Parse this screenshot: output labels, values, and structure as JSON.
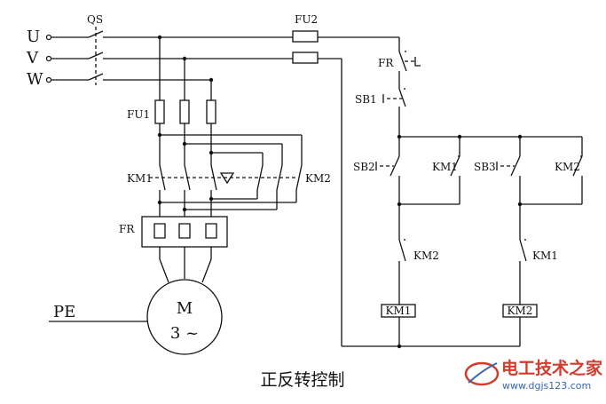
{
  "labels": {
    "phase_u": "U",
    "phase_v": "V",
    "phase_w": "W",
    "qs": "QS",
    "fu1": "FU1",
    "fu2": "FU2",
    "km1_main": "KM1",
    "km2_main": "KM2",
    "fr_main": "FR",
    "pe": "PE",
    "motor_m": "M",
    "motor_phase": "3 ~",
    "fr_ctrl": "FR",
    "sb1": "SB1",
    "sb2": "SB2",
    "sb3": "SB3",
    "km1_hold": "KM1",
    "km2_hold": "KM2",
    "km2_interlock": "KM2",
    "km1_interlock": "KM1",
    "km1_coil": "KM1",
    "km2_coil": "KM2"
  },
  "caption": "正反转控制",
  "watermark": {
    "name": "电工技术之家",
    "url": "www.dgjs123.com",
    "colors": {
      "logo": "#d33b2c",
      "name": "#d33b2c",
      "url": "#3a66b0"
    }
  }
}
